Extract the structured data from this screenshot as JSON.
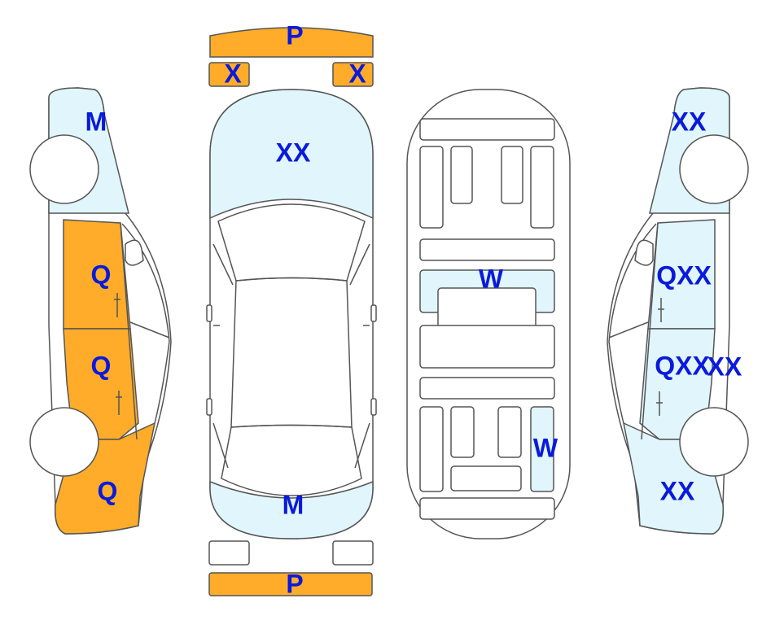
{
  "colors": {
    "damaged": "#ffac2a",
    "painted": "#e0f6fc",
    "plain": "#ffffff",
    "outline": "#555555",
    "label": "#0a1adc"
  },
  "panels": {
    "front_bumper": {
      "code": "P",
      "state": "damaged"
    },
    "left_mirror": {
      "code": "X",
      "state": "damaged"
    },
    "right_mirror": {
      "code": "X",
      "state": "damaged"
    },
    "hood": {
      "code": "XX",
      "state": "painted"
    },
    "trunk_lid": {
      "code": "M",
      "state": "painted"
    },
    "rear_bumper": {
      "code": "P",
      "state": "damaged"
    },
    "left_front_fender": {
      "code": "M",
      "state": "painted"
    },
    "left_front_door": {
      "code": "Q",
      "state": "damaged"
    },
    "left_rear_door": {
      "code": "Q",
      "state": "damaged"
    },
    "left_rear_quarter": {
      "code": "Q",
      "state": "damaged"
    },
    "floor_middle": {
      "code": "W",
      "state": "painted"
    },
    "floor_rear_right": {
      "code": "W",
      "state": "painted"
    },
    "right_front_fender": {
      "code": "XX",
      "state": "painted"
    },
    "right_front_door": {
      "code": "QXX",
      "state": "painted"
    },
    "right_rear_door": {
      "code": "QXX",
      "state": "painted"
    },
    "right_rear_door_extra": {
      "code": "XX",
      "state": "painted"
    },
    "right_rear_quarter": {
      "code": "XX",
      "state": "painted"
    }
  }
}
